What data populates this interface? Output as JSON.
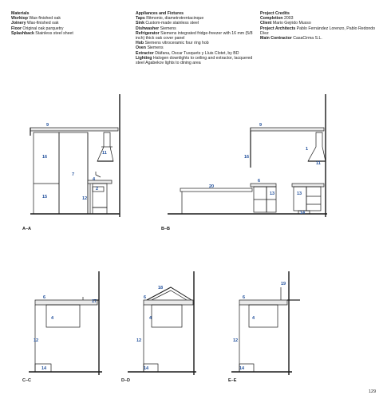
{
  "materials": {
    "heading": "Materials",
    "items": [
      {
        "label": "Worktop",
        "value": "Wax-finished oak"
      },
      {
        "label": "Joinery",
        "value": "Wax-finished oak"
      },
      {
        "label": "Floor",
        "value": "Original oak parquetry"
      },
      {
        "label": "Splashback",
        "value": "Stainless steel sheet"
      }
    ]
  },
  "appliances": {
    "heading": "Appliances and Fixtures",
    "items": [
      {
        "label": "Taps",
        "value": "Ritmonio, diametrotrentacinque"
      },
      {
        "label": "Sink",
        "value": "Custom-made stainless steel"
      },
      {
        "label": "Dishwasher",
        "value": "Siemens"
      },
      {
        "label": "Refrigerator",
        "value": "Siemens integrated fridge-freezer with 16 mm (5/8 inch) thick oak cover panel"
      },
      {
        "label": "Hob",
        "value": "Siemens vitroceramic four ring hob"
      },
      {
        "label": "Oven",
        "value": "Siemens"
      },
      {
        "label": "Extractor",
        "value": "Diáfana, Oscar Tusquets y Lluis Clotet, by BD"
      },
      {
        "label": "Lighting",
        "value": "Halogen downlights to ceiling and extractor, lacquered steel Agabekov lights to dining area"
      }
    ]
  },
  "credits": {
    "heading": "Project Credits",
    "items": [
      {
        "label": "Completion",
        "value": "2003"
      },
      {
        "label": "Client",
        "value": "Mario Gejrido Musso"
      },
      {
        "label": "Project Architects",
        "value": "Pablo Fernández Lorenzo, Pablo Redondo Díez"
      },
      {
        "label": "Main Contractor",
        "value": "CasaCirma S.L."
      }
    ]
  },
  "sections": {
    "aa": {
      "label": "A–A",
      "tags": [
        "9",
        "16",
        "11",
        "7",
        "4",
        "2",
        "15",
        "12"
      ]
    },
    "bb": {
      "label": "B–B",
      "tags": [
        "9",
        "16",
        "1",
        "11",
        "20",
        "6",
        "13",
        "13",
        "14"
      ]
    },
    "cc": {
      "label": "C–C",
      "tags": [
        "6",
        "17",
        "4",
        "12",
        "14"
      ]
    },
    "dd": {
      "label": "D–D",
      "tags": [
        "18",
        "6",
        "4",
        "12",
        "14"
      ]
    },
    "ee": {
      "label": "E–E",
      "tags": [
        "19",
        "6",
        "4",
        "12",
        "14"
      ]
    }
  },
  "page_number": "129",
  "colors": {
    "callout": "#1f4e9b",
    "line": "#1a1a1a",
    "fill": "#e9e9e9"
  }
}
